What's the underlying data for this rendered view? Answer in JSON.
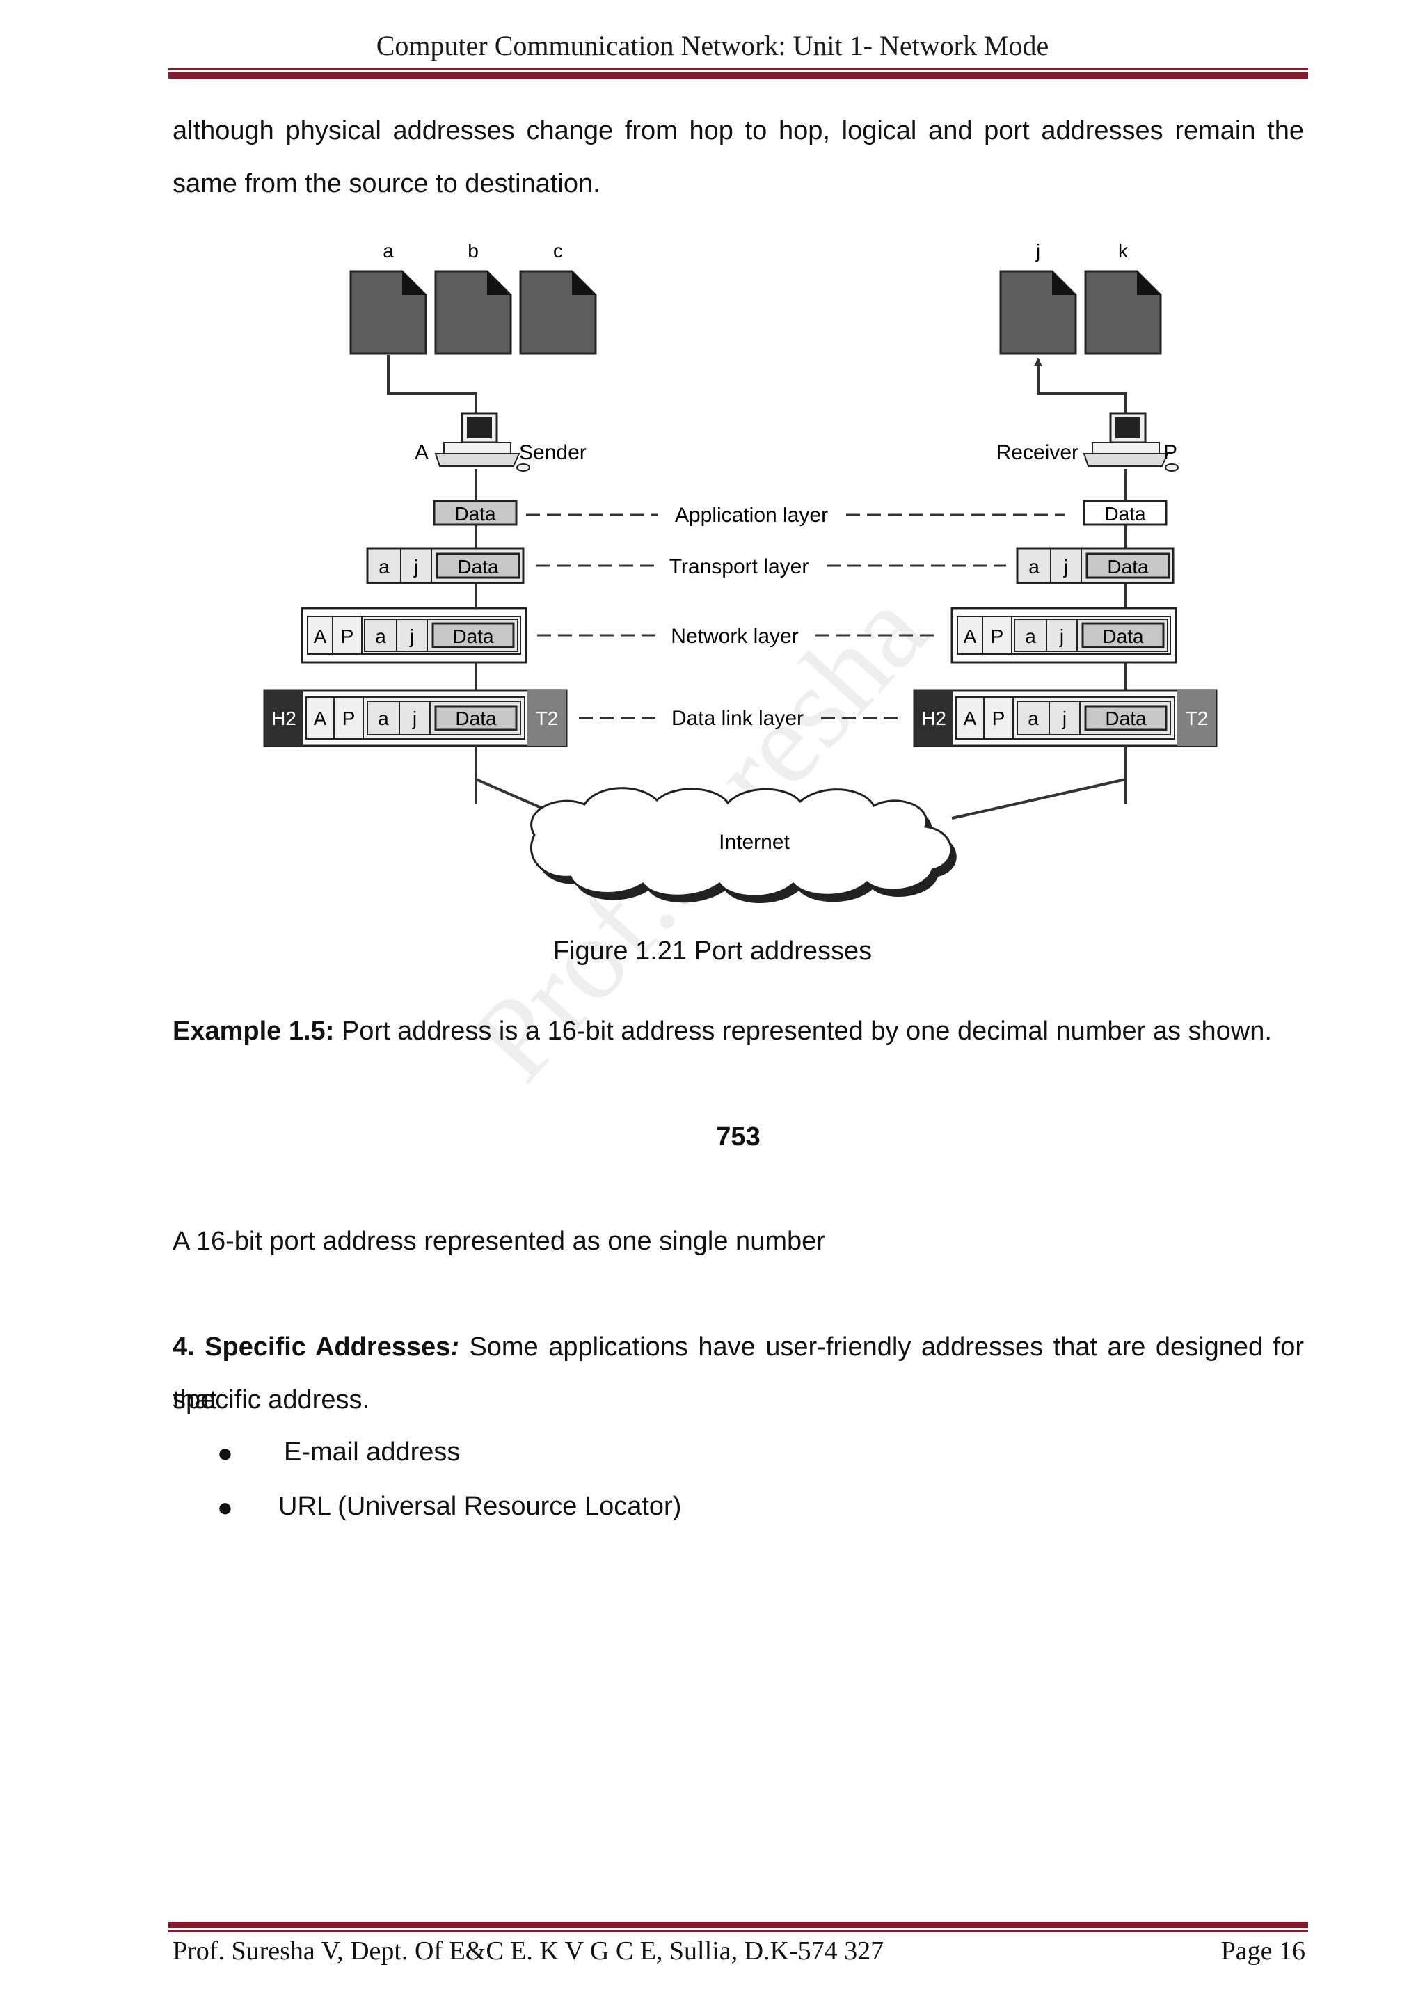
{
  "header": {
    "title": "Computer Communication Network: Unit 1- Network Mode"
  },
  "body": {
    "intro_line1": "although physical addresses change from hop to hop, logical and port addresses remain the",
    "intro_line2": "same from the source to destination."
  },
  "figure": {
    "caption": "Figure 1.21 Port addresses",
    "sender_files": [
      "a",
      "b",
      "c"
    ],
    "receiver_files": [
      "j",
      "k"
    ],
    "sender_label": "Sender",
    "sender_logical": "A",
    "receiver_label": "Receiver",
    "receiver_logical": "P",
    "layers": {
      "application": "Application layer",
      "transport": "Transport layer",
      "network": "Network layer",
      "datalink": "Data link layer"
    },
    "data_label": "Data",
    "port_src": "a",
    "port_dst": "j",
    "ip_src": "A",
    "ip_dst": "P",
    "header_h2": "H2",
    "trailer_t2": "T2",
    "internet_label": "Internet"
  },
  "example": {
    "label": "Example 1.5:",
    "text": " Port address is a 16-bit address represented by one decimal number as shown.",
    "number": "753",
    "note": "A 16-bit port address represented as one single number"
  },
  "specific": {
    "label": "4. Specific Addresses",
    "colon": ":",
    "text_line1": " Some applications have user-friendly addresses that are designed for that",
    "text_line2": "specific address.",
    "bullets": [
      "E-mail address",
      "URL (Universal Resource Locator)"
    ]
  },
  "watermark": "Prof.Suresha",
  "footer": {
    "left": "Prof. Suresha V, Dept. Of E&C E.  K V G C E, Sullia, D.K-574 327",
    "right": "Page 16"
  },
  "colors": {
    "rule": "#7a1f2b",
    "file_fill": "#5e5e5e",
    "header_fill": "#2e2e2e",
    "trailer_fill": "#808080",
    "data_fill": "#c8c8c8"
  }
}
